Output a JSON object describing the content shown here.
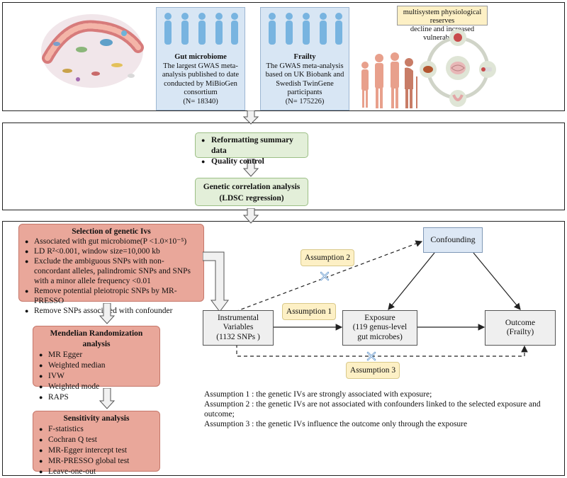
{
  "top": {
    "gut": {
      "title": "Gut microbiome",
      "lines": [
        "The largest GWAS meta-",
        "analysis published to date",
        "conducted by MiBioGen",
        "consortium",
        "(N= 18340)"
      ]
    },
    "frailty": {
      "title": "Frailty",
      "lines": [
        "The GWAS meta-analysis",
        "based on UK Biobank and",
        "Swedish TwinGene",
        "participants",
        "(N= 175226)"
      ]
    },
    "callout": [
      "multisystem physiological reserves",
      "decline and increased vulnerability"
    ]
  },
  "middle": {
    "qc": [
      "Reformatting summary data",
      "Quality control"
    ],
    "gc": [
      "Genetic correlation analysis",
      "(LDSC regression)"
    ]
  },
  "left": {
    "selection": {
      "title": "Selection of genetic Ivs",
      "items": [
        "Associated with gut microbiome(P <1.0×10⁻⁵)",
        "LD R²<0.001, window size=10,000 kb",
        "Exclude the ambiguous SNPs with non-concordant alleles, palindromic SNPs and SNPs with a minor allele frequency <0.01",
        "Remove potential  pleiotropic SNPs by MR-PRESSO",
        "Remove SNPs associated with confounder"
      ]
    },
    "mr": {
      "title": "Mendelian Randomization analysis",
      "items": [
        "MR Egger",
        "Weighted median",
        "IVW",
        "Weighted mode",
        "RAPS"
      ]
    },
    "sens": {
      "title": "Sensitivity analysis",
      "items": [
        "F-statistics",
        "Cochran Q test",
        "MR-Egger intercept test",
        "MR-PRESSO global test",
        "Leave-one-out"
      ]
    }
  },
  "dag": {
    "confounding": "Confounding",
    "iv": [
      "Instrumental",
      "Variables",
      "(1132 SNPs )"
    ],
    "exposure": [
      "Exposure",
      "(119 genus-level",
      "gut microbes)"
    ],
    "outcome": [
      "Outcome",
      "(Frailty)"
    ],
    "a1": "Assumption 1",
    "a2": "Assumption 2",
    "a3": "Assumption 3"
  },
  "notes": [
    "Assumption 1 :   the genetic IVs are strongly associated with exposure;",
    "Assumption 2 :   the genetic IVs are not associated with confounders linked to the selected exposure and outcome;",
    "Assumption 3 :   the genetic IVs influence the outcome only through the exposure"
  ],
  "colors": {
    "blue_box": "#d8e6f4",
    "green_box": "#e3efd9",
    "red_box": "#e9a79a",
    "assumption": "#fdf0c5",
    "node": "#efefef",
    "confounding": "#dde8f5"
  }
}
